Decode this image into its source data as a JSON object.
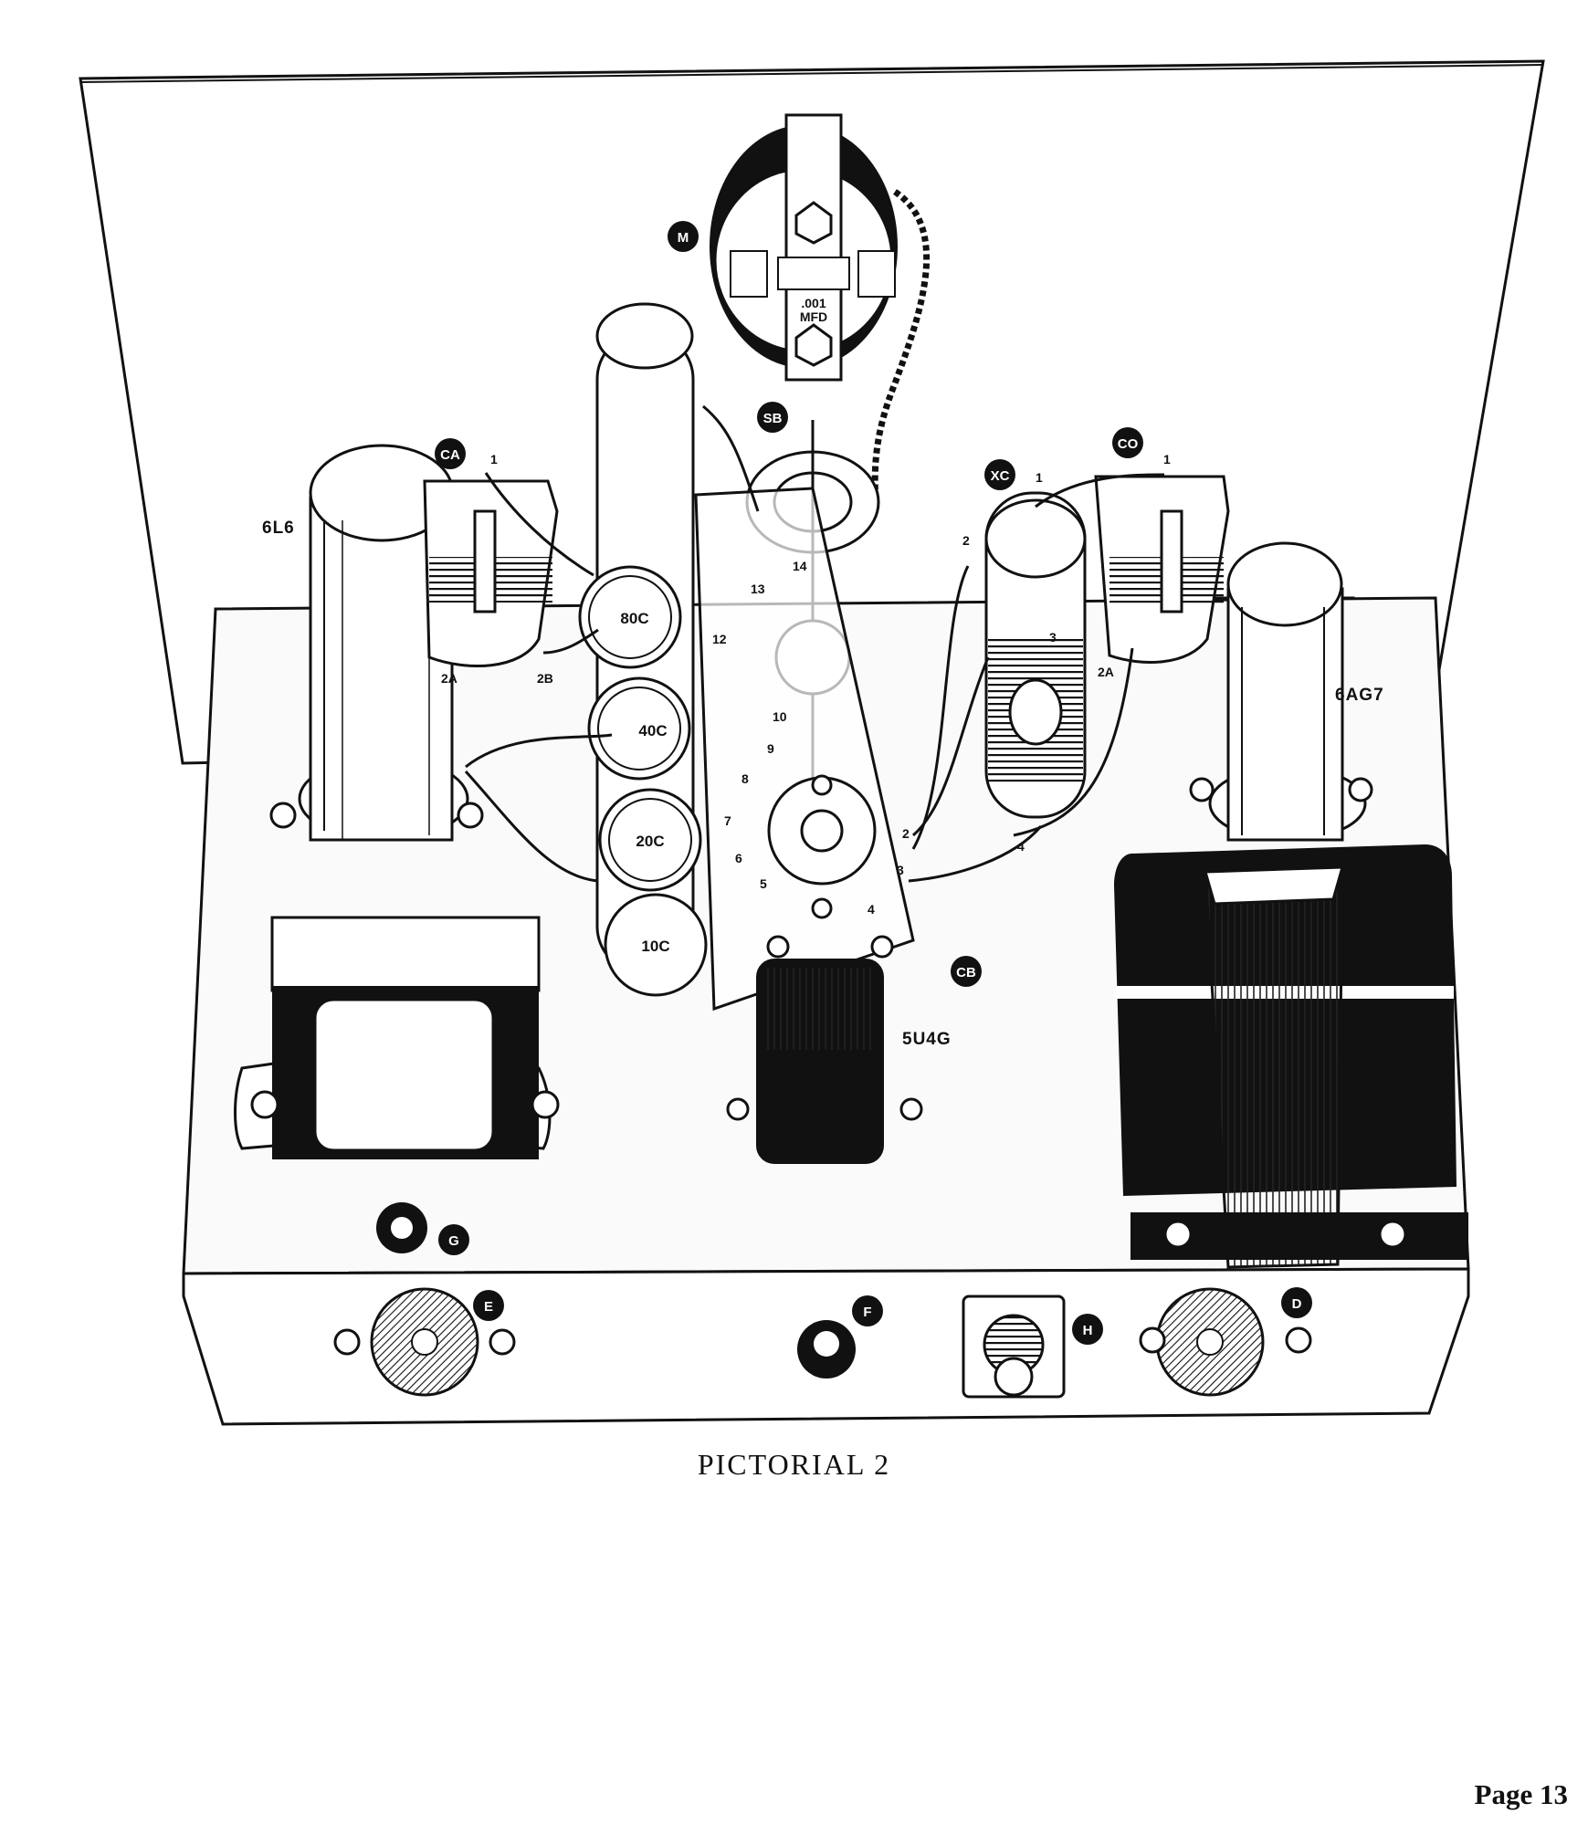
{
  "caption": "PICTORIAL 2",
  "page_label": "Page 13",
  "tubes": {
    "t1": "6L6",
    "t2": "6AG7",
    "t3": "5U4G"
  },
  "markers": {
    "m": "M",
    "sb": "SB",
    "ca": "CA",
    "co": "CO",
    "xc": "XC",
    "cb": "CB",
    "g": "G",
    "e": "E",
    "f": "F",
    "h": "H",
    "d": "D"
  },
  "capacitor": {
    "value": ".001",
    "unit": "MFD"
  },
  "filter_caps": [
    "80C",
    "40C",
    "20C",
    "10C"
  ],
  "terminals": {
    "ca_1": "1",
    "ca_2a": "2A",
    "ca_2b": "2B",
    "xc_1": "1",
    "xc_2": "2",
    "xc_3": "3",
    "xc_4": "4",
    "co_1": "1",
    "co_2a": "2A",
    "sw_2": "2",
    "sw_3": "3",
    "sw_4": "4",
    "sw_5": "5",
    "sw_6": "6",
    "sw_7": "7",
    "sw_8": "8",
    "sw_9": "9",
    "sw_10": "10",
    "sw_12": "12",
    "sw_13": "13",
    "sw_14": "14"
  },
  "colors": {
    "ink": "#111111",
    "paper": "#ffffff",
    "panel": "#fafafa"
  }
}
